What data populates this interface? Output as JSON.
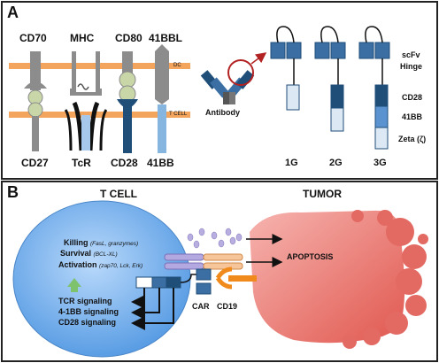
{
  "panel_a": {
    "letter": "A",
    "top_labels": [
      "CD70",
      "MHC",
      "CD80",
      "41BBL"
    ],
    "bottom_labels": [
      "CD27",
      "TcR",
      "CD28",
      "41BB"
    ],
    "membrane_dc": "DC",
    "membrane_tcell": "T CELL",
    "antibody_label": "Antibody",
    "generation_labels": [
      "1G",
      "2G",
      "3G"
    ],
    "domain_labels": [
      "scFv",
      "Hinge",
      "CD28",
      "41BB",
      "Zeta (ζ)"
    ]
  },
  "panel_b": {
    "letter": "B",
    "tcell_title": "T CELL",
    "tumor_title": "TUMOR",
    "killing": "Killing",
    "killing_detail": "(FasL, granzymes)",
    "survival": "Survival",
    "survival_detail": "(BCL-XL)",
    "activation": "Activation",
    "activation_detail": "(zap70, Lck, Erk)",
    "signals": [
      "TCR signaling",
      "4-1BB signaling",
      "CD28 signaling"
    ],
    "car_label": "CAR",
    "cd19_label": "CD19",
    "apoptosis_label": "APOPTOSIS"
  },
  "colors": {
    "orange_membrane": "#f3a55d",
    "dark_blue": "#1f4e79",
    "mid_blue": "#3b6fa3",
    "light_blue": "#86b5e0",
    "pale_blue": "#dce8f4",
    "tcell_fill": "#5aa0e8",
    "tumor_fill": "#ef7a7a",
    "cd19_orange": "#f08a1c",
    "gray": "#8c8c8c",
    "olive": "#c8d6a8"
  }
}
